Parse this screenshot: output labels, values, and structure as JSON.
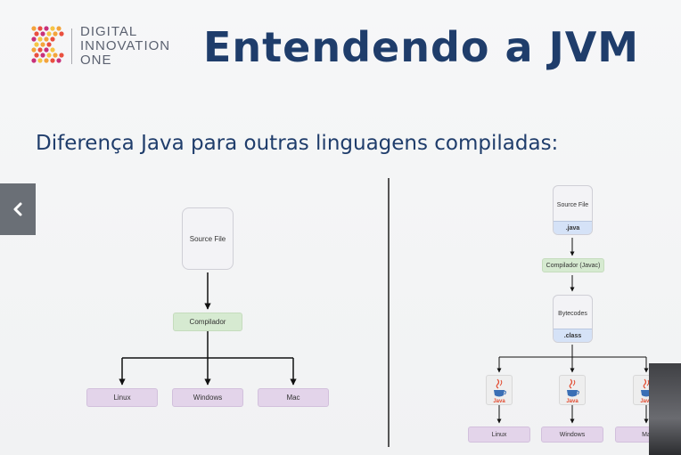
{
  "logo": {
    "line1": "DIGITAL",
    "line2": "INNOVATION",
    "line3": "ONE",
    "mark_colors": [
      "#f3a33b",
      "#e94f3f",
      "#c8307a",
      "#f6c445"
    ]
  },
  "slide": {
    "title": "Entendendo a JVM",
    "subtitle": "Diferença Java para outras linguagens compiladas:"
  },
  "left_diagram": {
    "source_label": "Source File",
    "compiler_label": "Compilador",
    "targets": [
      "Linux",
      "Windows",
      "Mac"
    ]
  },
  "right_diagram": {
    "source_label": "Source File",
    "source_ext": ".java",
    "compiler_label": "Compilador (Javac)",
    "bytecode_label": "Bytecodes",
    "bytecode_ext": ".class",
    "jvm_logo_text": "Java",
    "targets": [
      "Linux",
      "Windows",
      "Ma"
    ]
  },
  "colors": {
    "title": "#1f3d6b",
    "compiler_box": "#d6ead1",
    "os_box": "#e3d4ea",
    "ext_band": "#d5e2f7",
    "nav_button": "#6a6f76"
  },
  "icons": {
    "nav_prev": "chevron-left-icon",
    "jvm": "java-cup-icon"
  }
}
